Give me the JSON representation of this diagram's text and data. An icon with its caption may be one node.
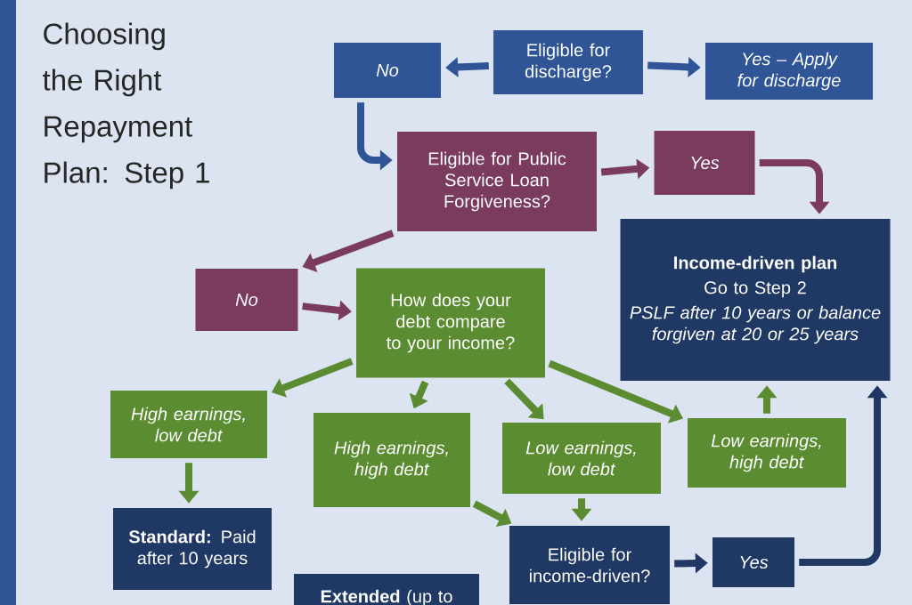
{
  "diagram": {
    "title": "Choosing the Right Repayment Plan: Step 1",
    "nodes": [
      {
        "text": [
          "Eligible for discharge?"
        ]
      },
      {
        "text": [
          "*No*"
        ]
      },
      {
        "text": [
          "*Yes – Apply for discharge*"
        ]
      },
      {
        "text": [
          "Eligible for Public Service Loan Forgiveness?"
        ]
      },
      {
        "text": [
          "*Yes*"
        ]
      },
      {
        "text": [
          "Income-driven plan",
          "Go to Step 2",
          "*PSLF after 10 years or balance forgiven at 20 or 25 years*"
        ]
      },
      {
        "text": [
          "*No*"
        ]
      },
      {
        "text": [
          "How does your debt compare to your income?"
        ]
      },
      {
        "text": [
          "*High earnings, low debt*"
        ]
      },
      {
        "text": [
          "*High earnings, high debt*"
        ]
      },
      {
        "text": [
          "*Low earnings, low debt*"
        ]
      },
      {
        "text": [
          "*Low earnings, high debt*"
        ]
      },
      {
        "text": [
          "**Standard:** Paid after 10 years"
        ]
      },
      {
        "text": [
          "Eligible for income-driven?"
        ]
      },
      {
        "text": [
          "*Yes*"
        ]
      },
      {
        "text": [
          "**Extended** (up to"
        ]
      }
    ],
    "edges": [
      {
        "from": 0,
        "to": 1,
        "arrow": "to",
        "color": "#2f5597"
      },
      {
        "from": 0,
        "to": 2,
        "arrow": "to",
        "color": "#2f5597"
      },
      {
        "from": 1,
        "to": 3,
        "arrow": "to",
        "color": "#2f5597"
      },
      {
        "from": 3,
        "to": 4,
        "arrow": "to",
        "color": "#7b3b5e"
      },
      {
        "from": 4,
        "to": 5,
        "arrow": "to",
        "color": "#7b3b5e"
      },
      {
        "from": 3,
        "to": 6,
        "arrow": "to",
        "color": "#7b3b5e"
      },
      {
        "from": 6,
        "to": 7,
        "arrow": "to",
        "color": "#7b3b5e"
      },
      {
        "from": 7,
        "to": 8,
        "arrow": "to"
      },
      {
        "from": 7,
        "to": 9,
        "arrow": "to"
      },
      {
        "from": 7,
        "to": 10,
        "arrow": "to"
      },
      {
        "from": 7,
        "to": 11,
        "arrow": "to"
      },
      {
        "from": 11,
        "to": 5,
        "arrow": "to"
      },
      {
        "from": 8,
        "to": 12,
        "arrow": "to"
      },
      {
        "from": 9,
        "to": 13,
        "arrow": "to"
      },
      {
        "from": 10,
        "to": 13,
        "arrow": "to"
      },
      {
        "from": 13,
        "to": 14,
        "arrow": "to",
        "color": "#1f3864"
      },
      {
        "from": 14,
        "to": 5,
        "arrow": "to",
        "color": "#1f3864"
      }
    ]
  }
}
